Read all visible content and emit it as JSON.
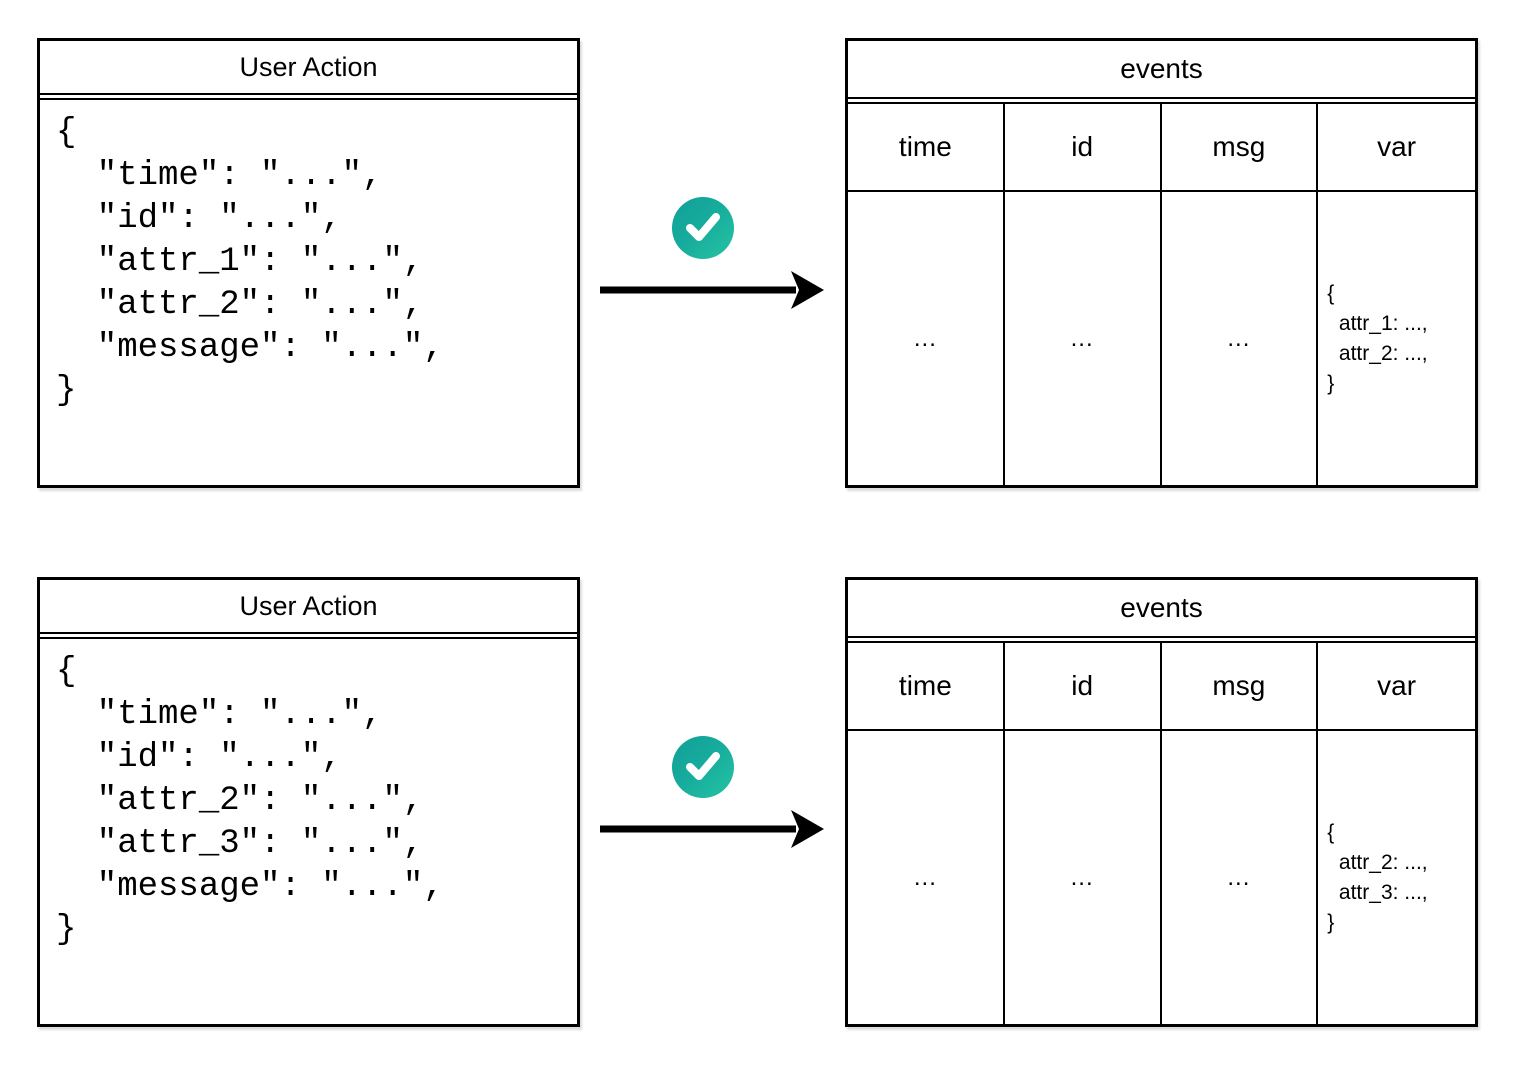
{
  "colors": {
    "stroke": "#000000",
    "background": "#ffffff",
    "check_gradient_start": "#11a097",
    "check_gradient_end": "#25c4a3",
    "check_mark": "#ffffff"
  },
  "rows": [
    {
      "action": {
        "title": "User Action",
        "code": "{\n  \"time\": \"...\",\n  \"id\": \"...\",\n  \"attr_1\": \"...\",\n  \"attr_2\": \"...\",\n  \"message\": \"...\",\n}"
      },
      "transform": {
        "status_icon": "checkmark-icon",
        "flow_icon": "arrow-right-icon"
      },
      "table": {
        "title": "events",
        "columns": [
          "time",
          "id",
          "msg",
          "var"
        ],
        "cells": [
          "...",
          "...",
          "...",
          "{\n  attr_1: ...,\n  attr_2: ...,\n}"
        ]
      }
    },
    {
      "action": {
        "title": "User Action",
        "code": "{\n  \"time\": \"...\",\n  \"id\": \"...\",\n  \"attr_2\": \"...\",\n  \"attr_3\": \"...\",\n  \"message\": \"...\",\n}"
      },
      "transform": {
        "status_icon": "checkmark-icon",
        "flow_icon": "arrow-right-icon"
      },
      "table": {
        "title": "events",
        "columns": [
          "time",
          "id",
          "msg",
          "var"
        ],
        "cells": [
          "...",
          "...",
          "...",
          "{\n  attr_2: ...,\n  attr_3: ...,\n}"
        ]
      }
    }
  ]
}
